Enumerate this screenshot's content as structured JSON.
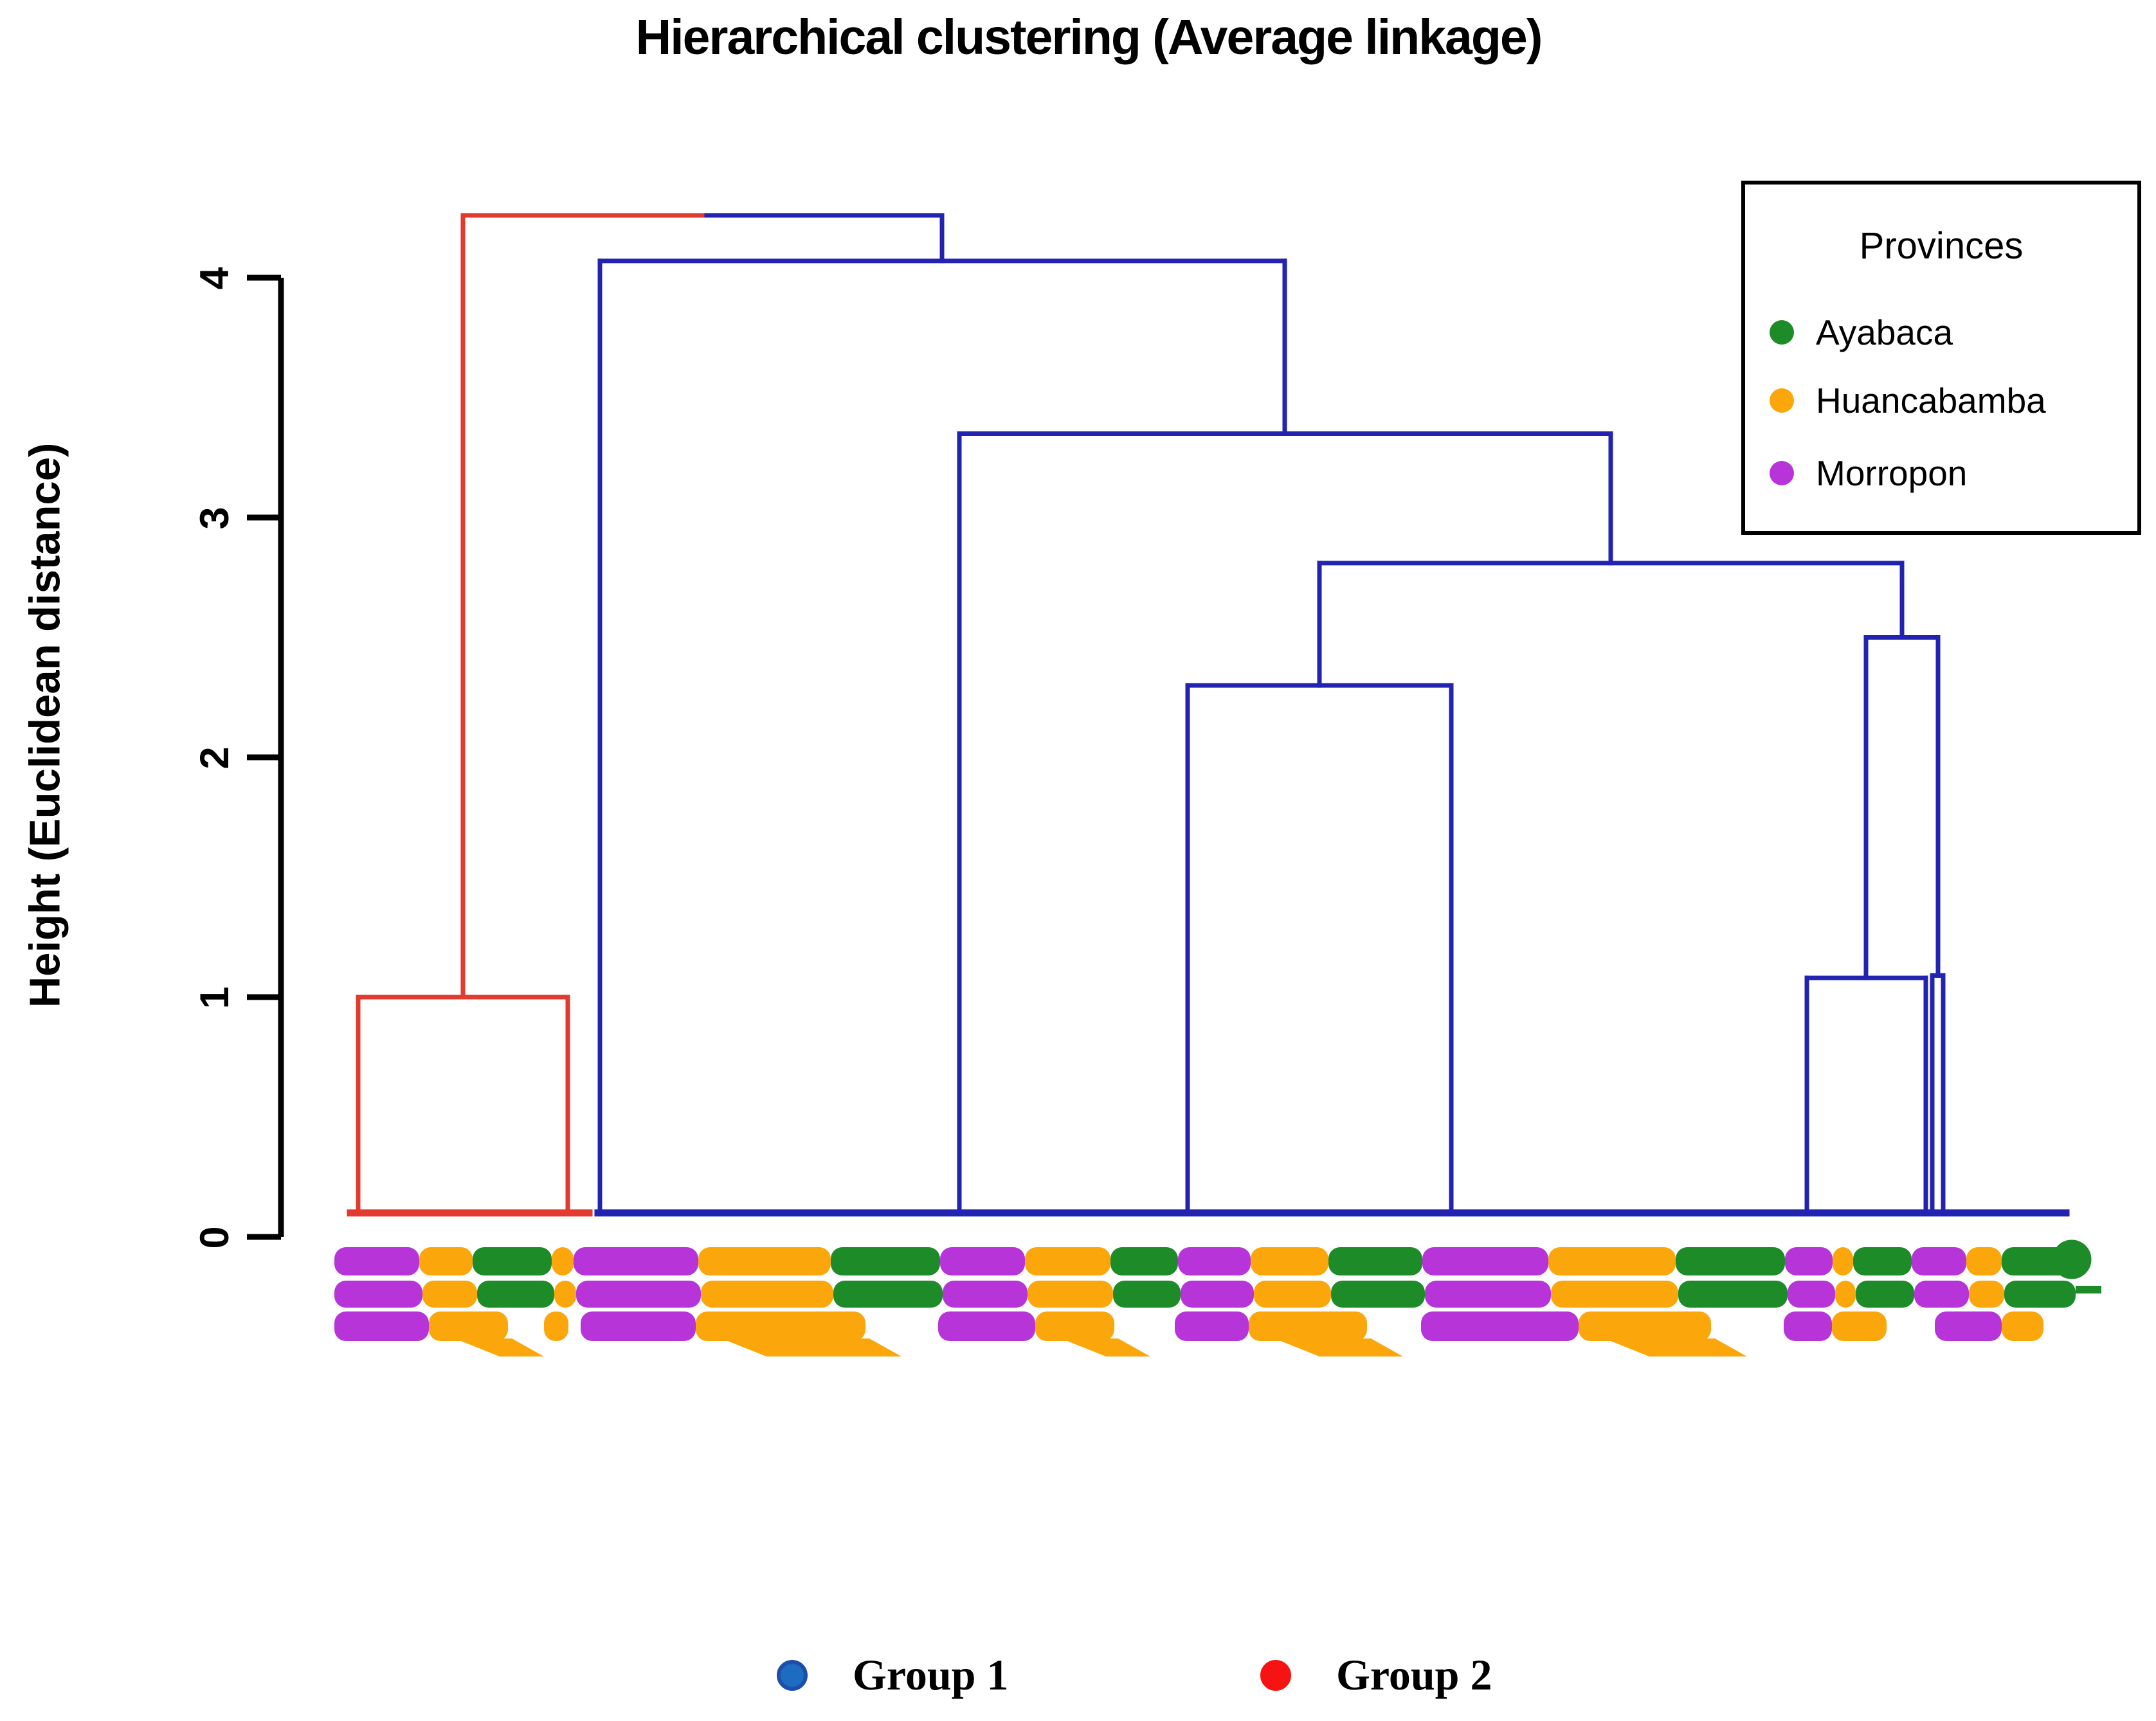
{
  "title": "Hierarchical clustering (Average linkage)",
  "y_axis": {
    "label": "Height (Euclidean distance)",
    "ticks": [
      "0",
      "1",
      "2",
      "3",
      "4"
    ]
  },
  "legend": {
    "title": "Provinces",
    "items": [
      {
        "label": "Ayabaca",
        "color": "#1d8c28"
      },
      {
        "label": "Huancabamba",
        "color": "#fba70b"
      },
      {
        "label": "Morropon",
        "color": "#b734d8"
      }
    ]
  },
  "group_legend": [
    {
      "label": "Group 1",
      "color": "#1c6cc2",
      "border": "#1d4fa8"
    },
    {
      "label": "Group 2",
      "color": "#f51413",
      "border": "#f51413"
    }
  ],
  "colors": {
    "cluster_blue": "#2323b2",
    "cluster_red": "#e23a2e",
    "ayabaca_green": "#1d8c28",
    "huancabamba_orange": "#fba70b",
    "morropon_purple": "#b734d8",
    "axis_black": "#000000"
  },
  "chart_data": {
    "type": "dendrogram",
    "title": "Hierarchical clustering (Average linkage)",
    "ylabel": "Height (Euclidean distance)",
    "linkage": "average",
    "distance_metric": "Euclidean",
    "ylim": [
      0,
      4.3
    ],
    "grid": false,
    "legend_position": "top-right",
    "axis": {
      "x": 437,
      "tick_x0": 384,
      "y0": 1924,
      "unit": 373,
      "tick_values": [
        0,
        1,
        2,
        3,
        4
      ]
    },
    "merge_heights": {
      "root": 4.26,
      "blue_top": 4.07,
      "c": 3.35,
      "d": 2.81,
      "e": 2.3,
      "f": 2.5,
      "red_pair": 1.0,
      "h": 1.08,
      "i": 1.09,
      "flat_clusters": 0.1
    },
    "tree": {
      "red": {
        "horizontals": [
          [
            720,
            1092,
            4.26
          ],
          [
            557,
            883,
            1.0
          ],
          [
            545,
            916,
            0.1
          ]
        ],
        "verticals": [
          [
            720,
            1.0,
            4.26
          ],
          [
            557,
            0.1,
            1.0
          ],
          [
            883,
            0.1,
            1.0
          ]
        ]
      },
      "blue": {
        "horizontals": [
          [
            1092,
            1465,
            4.26
          ],
          [
            933,
            1998,
            4.07
          ],
          [
            1492,
            2505,
            3.35
          ],
          [
            2052,
            2958,
            2.81
          ],
          [
            1847,
            2257,
            2.3
          ],
          [
            2902,
            3014,
            2.5
          ],
          [
            2810,
            2995,
            1.08
          ],
          [
            3005,
            3022,
            1.09
          ],
          [
            930,
            3213,
            0.1
          ]
        ],
        "verticals": [
          [
            1465,
            4.07,
            4.26
          ],
          [
            933,
            0.1,
            4.07
          ],
          [
            1998,
            3.35,
            4.07
          ],
          [
            1492,
            0.1,
            3.35
          ],
          [
            2505,
            2.81,
            3.35
          ],
          [
            2052,
            2.3,
            2.81
          ],
          [
            2958,
            2.5,
            2.81
          ],
          [
            1847,
            0.1,
            2.3
          ],
          [
            2257,
            0.1,
            2.3
          ],
          [
            2902,
            1.08,
            2.5
          ],
          [
            3014,
            1.09,
            2.5
          ],
          [
            2810,
            0.1,
            1.08
          ],
          [
            2995,
            0.1,
            1.08
          ],
          [
            3005,
            0.1,
            1.09
          ],
          [
            3022,
            0.1,
            1.09
          ]
        ]
      }
    },
    "leaf_label_bands": [
      {
        "y": 1940,
        "hgt": 44,
        "tails": false,
        "segments": [
          [
            520,
            652,
            "p"
          ],
          [
            652,
            735,
            "o"
          ],
          [
            735,
            858,
            "g"
          ],
          [
            858,
            892,
            "o"
          ],
          [
            892,
            1086,
            "p"
          ],
          [
            1086,
            1292,
            "o"
          ],
          [
            1292,
            1462,
            "g"
          ],
          [
            1462,
            1594,
            "p"
          ],
          [
            1594,
            1727,
            "o"
          ],
          [
            1727,
            1832,
            "g"
          ],
          [
            1832,
            1945,
            "p"
          ],
          [
            1945,
            2066,
            "o"
          ],
          [
            2066,
            2212,
            "g"
          ],
          [
            2212,
            2408,
            "p"
          ],
          [
            2408,
            2606,
            "o"
          ],
          [
            2606,
            2776,
            "g"
          ],
          [
            2776,
            2850,
            "p"
          ],
          [
            2850,
            2882,
            "o"
          ],
          [
            2882,
            2973,
            "g"
          ],
          [
            2973,
            3058,
            "p"
          ],
          [
            3058,
            3113,
            "o"
          ],
          [
            3113,
            3250,
            "g"
          ]
        ]
      },
      {
        "y": 1992,
        "hgt": 42,
        "tails": false,
        "segments": [
          [
            520,
            657,
            "p"
          ],
          [
            657,
            742,
            "o"
          ],
          [
            742,
            862,
            "g"
          ],
          [
            862,
            896,
            "o"
          ],
          [
            896,
            1090,
            "p"
          ],
          [
            1090,
            1296,
            "o"
          ],
          [
            1296,
            1466,
            "g"
          ],
          [
            1466,
            1598,
            "p"
          ],
          [
            1598,
            1731,
            "o"
          ],
          [
            1731,
            1836,
            "g"
          ],
          [
            1836,
            1950,
            "p"
          ],
          [
            1950,
            2070,
            "o"
          ],
          [
            2070,
            2216,
            "g"
          ],
          [
            2216,
            2412,
            "p"
          ],
          [
            2412,
            2610,
            "o"
          ],
          [
            2610,
            2780,
            "g"
          ],
          [
            2780,
            2854,
            "p"
          ],
          [
            2854,
            2886,
            "o"
          ],
          [
            2886,
            2977,
            "g"
          ],
          [
            2977,
            3062,
            "p"
          ],
          [
            3062,
            3117,
            "o"
          ],
          [
            3117,
            3228,
            "g"
          ]
        ]
      },
      {
        "y": 2040,
        "hgt": 46,
        "tails": true,
        "segments": [
          [
            520,
            667,
            "p"
          ],
          [
            667,
            790,
            "o"
          ],
          [
            846,
            884,
            "o"
          ],
          [
            903,
            1082,
            "p"
          ],
          [
            1082,
            1346,
            "o"
          ],
          [
            1459,
            1610,
            "p"
          ],
          [
            1610,
            1733,
            "o"
          ],
          [
            1827,
            1942,
            "p"
          ],
          [
            1942,
            2126,
            "o"
          ],
          [
            2210,
            2455,
            "p"
          ],
          [
            2455,
            2661,
            "o"
          ],
          [
            2774,
            2849,
            "p"
          ],
          [
            2849,
            2934,
            "o"
          ],
          [
            3009,
            3113,
            "p"
          ],
          [
            3113,
            3178,
            "o"
          ]
        ]
      }
    ],
    "band_accents": {
      "ring": {
        "x": 3222,
        "y": 1959,
        "r": 24,
        "color": "g"
      },
      "dash": {
        "x1": 3228,
        "x2": 3268,
        "y": 2006,
        "color": "g"
      },
      "spot": {
        "x": 3156,
        "y": 2052,
        "r": 8,
        "color": "o"
      }
    }
  }
}
